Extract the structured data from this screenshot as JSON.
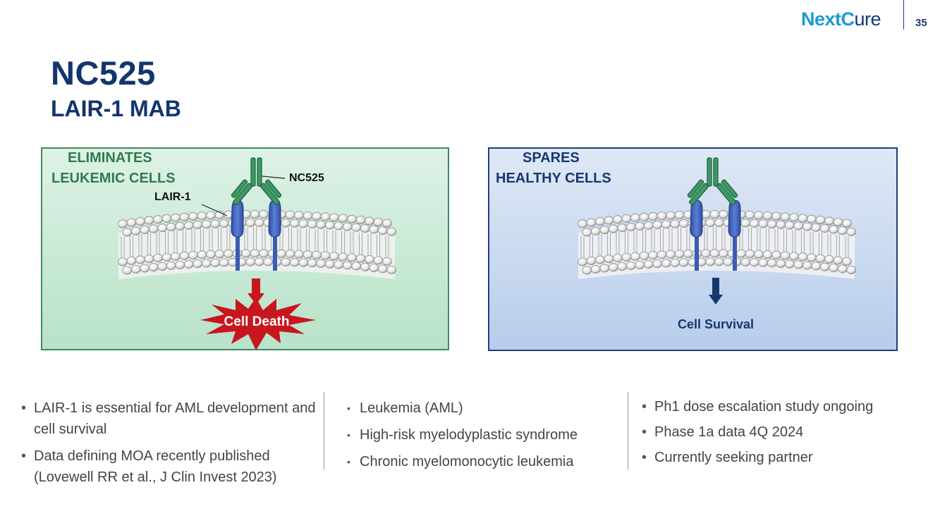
{
  "header": {
    "logo_next": "Next",
    "logo_c": "C",
    "logo_ure": "ure",
    "page_number": "35"
  },
  "title": "NC525",
  "subtitle": "LAIR-1 MAB",
  "left_panel": {
    "heading_line1": "ELIMINATES",
    "heading_line2": "LEUKEMIC CELLS",
    "antibody_label": "NC525",
    "receptor_label": "LAIR-1",
    "outcome": "Cell Death"
  },
  "right_panel": {
    "heading_line1": "SPARES",
    "heading_line2": "HEALTHY CELLS",
    "outcome": "Cell Survival"
  },
  "bullets_col1": [
    "LAIR-1 is essential for AML development and cell survival",
    "Data defining MOA recently published (Lovewell RR et al., J Clin Invest 2023)"
  ],
  "bullets_col2": [
    "Leukemia (AML)",
    "High-risk myelodyplastic syndrome",
    "Chronic myelomonocytic leukemia"
  ],
  "bullets_col3": [
    "Ph1 dose escalation study ongoing",
    "Phase 1a data 4Q 2024",
    "Currently seeking partner"
  ],
  "colors": {
    "navy": "#13356e",
    "green": "#2f7a4f",
    "antibody": "#2e8b57",
    "receptor": "#4464b8",
    "cell_death_red": "#c8161e"
  }
}
